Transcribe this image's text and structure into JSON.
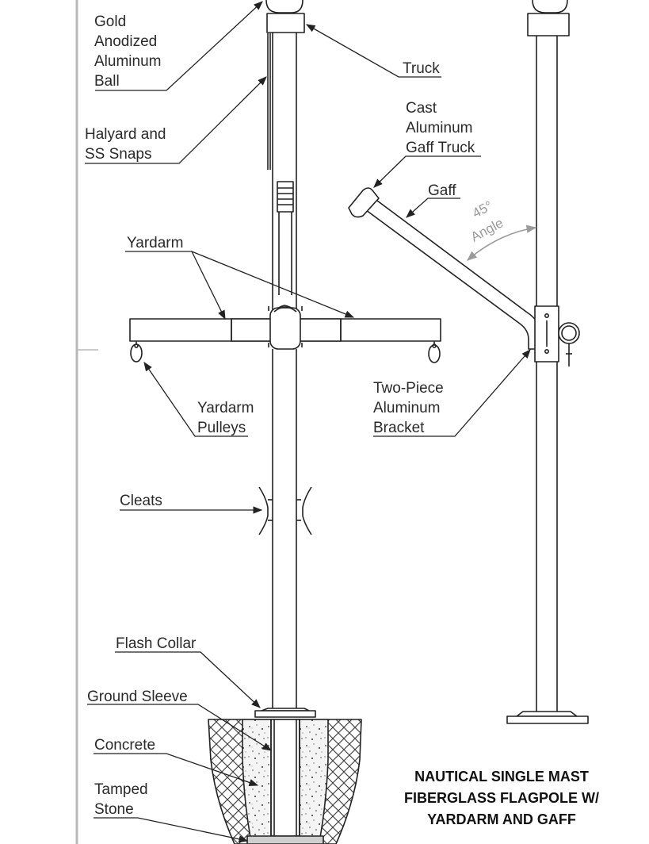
{
  "labels": {
    "ball": [
      "Gold",
      "Anodized",
      "Aluminum",
      "Ball"
    ],
    "truck": "Truck",
    "halyard": [
      "Halyard and",
      "SS Snaps"
    ],
    "gaff_truck": [
      "Cast",
      "Aluminum",
      "Gaff Truck"
    ],
    "gaff": "Gaff",
    "angle_deg": "45°",
    "angle_word": "Angle",
    "yardarm": "Yardarm",
    "yardarm_pulleys": [
      "Yardarm",
      "Pulleys"
    ],
    "bracket": [
      "Two-Piece",
      "Aluminum",
      "Bracket"
    ],
    "cleats": "Cleats",
    "flash_collar": "Flash Collar",
    "ground_sleeve": "Ground Sleeve",
    "concrete": "Concrete",
    "tamped_stone": [
      "Tamped",
      "Stone"
    ]
  },
  "title": [
    "NAUTICAL SINGLE MAST",
    "FIBERGLASS FLAGPOLE W/",
    "YARDARM AND GAFF"
  ],
  "colors": {
    "line": "#222222",
    "label": "#2a2a2a",
    "angle_arc": "#9a9a9a",
    "frame": "#b8b8b8"
  }
}
